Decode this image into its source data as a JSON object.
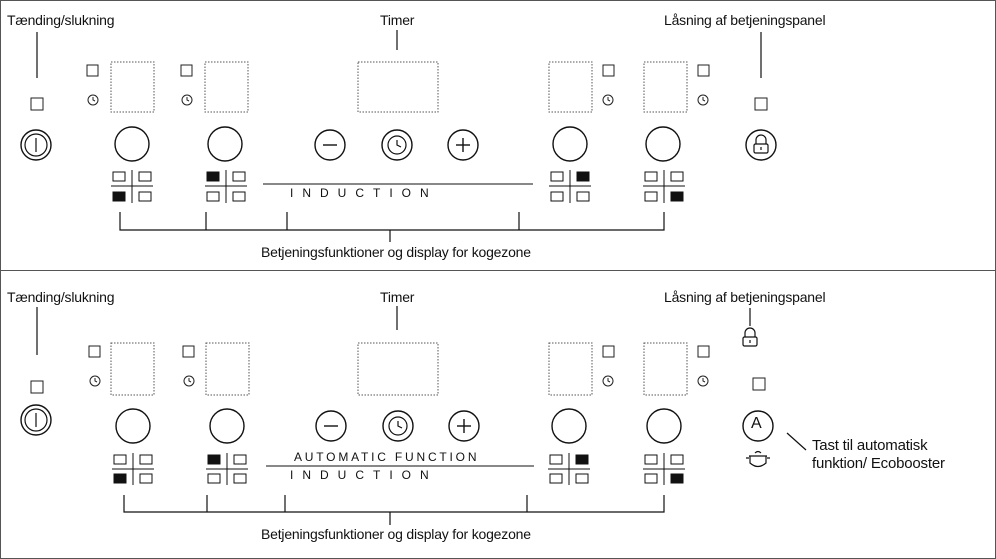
{
  "panel_top": {
    "label_power": "Tænding/slukning",
    "label_timer": "Timer",
    "label_lock": "Låsning af betjeningspanel",
    "band_label": "INDUCTION",
    "label_zones": "Betjeningsfunktioner og display for kogezone"
  },
  "panel_bottom": {
    "label_power": "Tænding/slukning",
    "label_timer": "Timer",
    "label_lock": "Låsning af betjeningspanel",
    "band_label_1": "AUTOMATIC FUNCTION",
    "band_label_2": "INDUCTION",
    "label_zones": "Betjeningsfunktioner og display for kogezone",
    "auto_key_letter": "A",
    "label_auto_1": "Tast til automatisk",
    "label_auto_2": "funktion/ Ecobooster"
  },
  "icons": {
    "power": "power-icon",
    "minus": "minus-icon",
    "timer": "timer-icon",
    "plus": "plus-icon",
    "lock": "lock-icon",
    "pot": "pot-icon",
    "clock_small": "clock-icon"
  }
}
